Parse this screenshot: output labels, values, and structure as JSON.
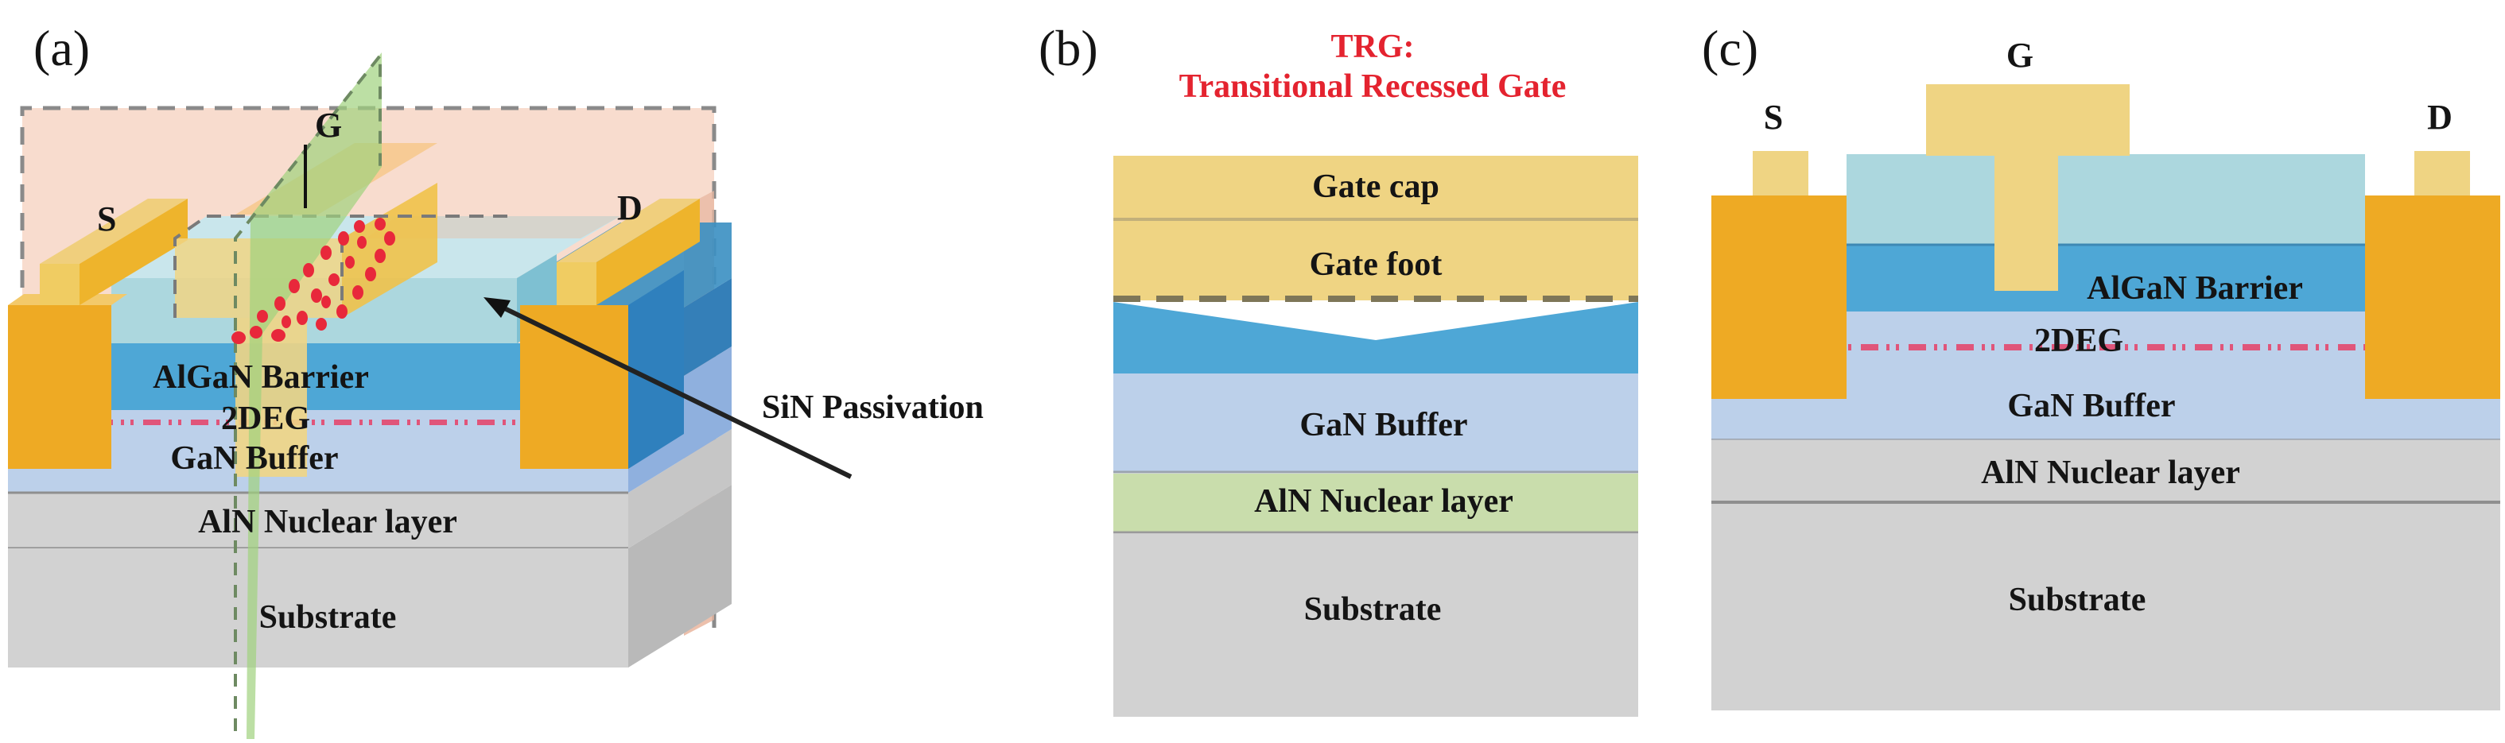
{
  "figure": {
    "colors": {
      "contact": "#eeaa24",
      "gate_metal": "#efd483",
      "passivation": "#acd7de",
      "algan": "#4ea7d6",
      "gan": "#bcd0ea",
      "aln_a": "#d2d2d2",
      "aln_b": "#c9ddac",
      "substrate": "#d2d2d2",
      "twodeg": "#e0557a",
      "trap_dots": "#e8283b",
      "title_red": "#e4232f",
      "cut_plane_green": "#9fd27e",
      "cut_plane_pink": "#f4c9b4"
    },
    "panel_a": {
      "label": "(a)",
      "terminals": {
        "source": "S",
        "gate": "G",
        "drain": "D"
      },
      "layers": {
        "barrier": "AlGaN Barrier",
        "twodeg": "2DEG",
        "buffer": "GaN Buffer",
        "nucleation": "AlN Nuclear layer",
        "substrate": "Substrate"
      },
      "callout": "SiN Passivation"
    },
    "panel_b": {
      "label": "(b)",
      "title_line1": "TRG:",
      "title_line2": "Transitional Recessed Gate",
      "layers": {
        "gate_cap": "Gate cap",
        "gate_foot": "Gate foot",
        "buffer": "GaN Buffer",
        "nucleation": "AlN Nuclear layer",
        "substrate": "Substrate"
      }
    },
    "panel_c": {
      "label": "(c)",
      "terminals": {
        "source": "S",
        "gate": "G",
        "drain": "D"
      },
      "layers": {
        "barrier": "AlGaN Barrier",
        "twodeg": "2DEG",
        "buffer": "GaN Buffer",
        "nucleation": "AlN Nuclear layer",
        "substrate": "Substrate"
      }
    }
  }
}
